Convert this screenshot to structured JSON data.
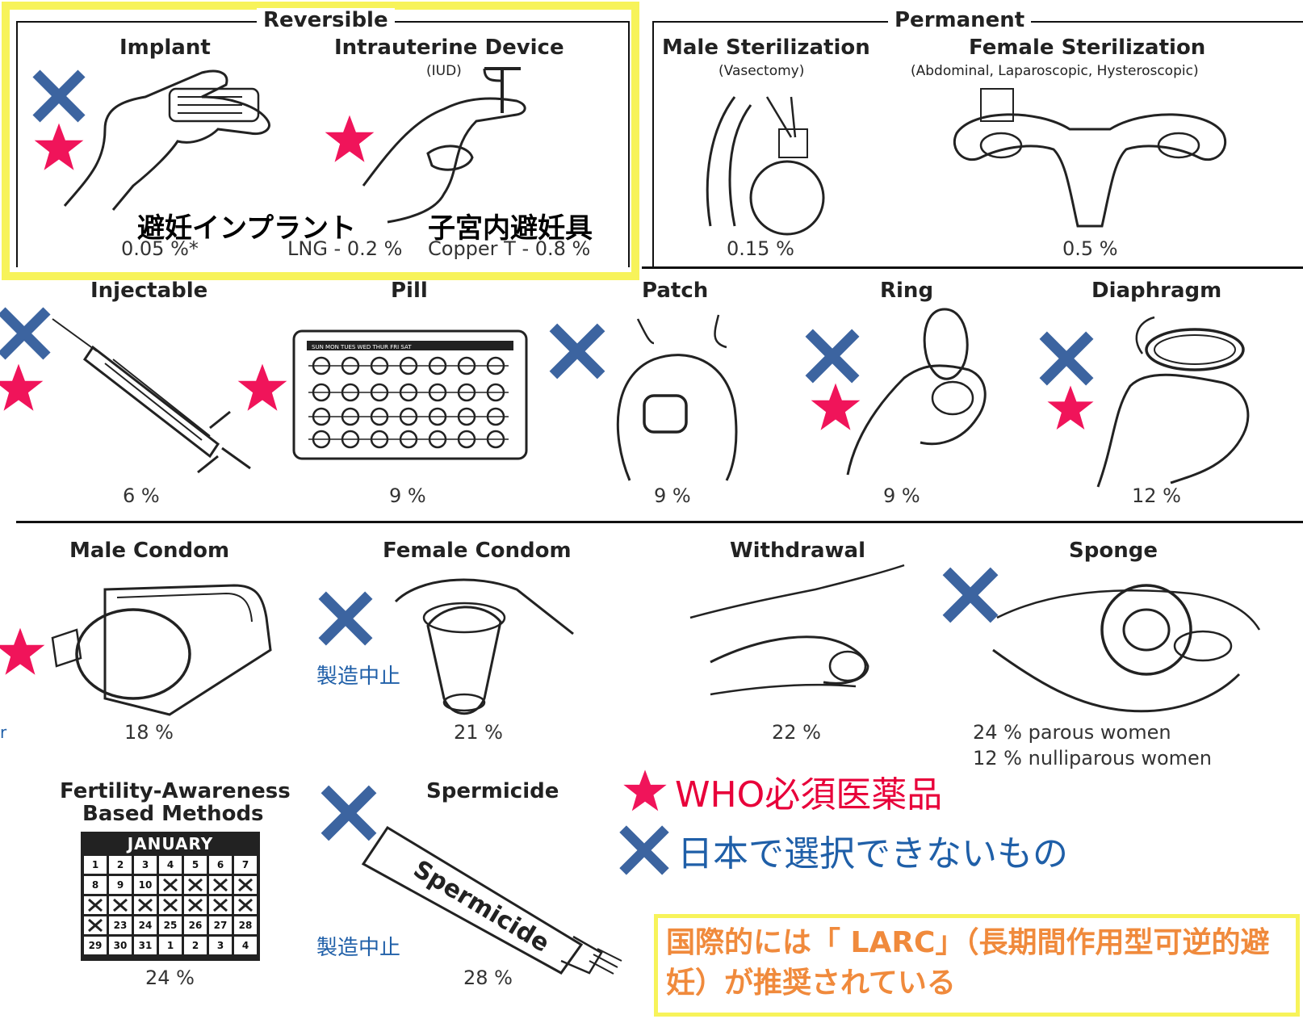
{
  "groups": {
    "reversible": "Reversible",
    "permanent": "Permanent"
  },
  "methods": {
    "implant": {
      "title": "Implant",
      "jp": "避妊インプラント",
      "rate": "0.05 %*"
    },
    "iud": {
      "title": "Intrauterine Device",
      "sub": "(IUD)",
      "jp": "子宮内避妊具",
      "rate_lng": "LNG - 0.2 %",
      "rate_copper": "Copper T - 0.8 %"
    },
    "male_sterilization": {
      "title": "Male Sterilization",
      "sub": "(Vasectomy)",
      "rate": "0.15 %"
    },
    "female_sterilization": {
      "title": "Female Sterilization",
      "sub": "(Abdominal, Laparoscopic, Hysteroscopic)",
      "rate": "0.5 %"
    },
    "injectable": {
      "title": "Injectable",
      "rate": "6 %"
    },
    "pill": {
      "title": "Pill",
      "rate": "9 %",
      "days": [
        "SUN",
        "MON",
        "TUES",
        "WED",
        "THUR",
        "FRI",
        "SAT"
      ]
    },
    "patch": {
      "title": "Patch",
      "rate": "9 %"
    },
    "ring": {
      "title": "Ring",
      "rate": "9 %"
    },
    "diaphragm": {
      "title": "Diaphragm",
      "rate": "12 %"
    },
    "male_condom": {
      "title": "Male Condom",
      "rate": "18 %"
    },
    "female_condom": {
      "title": "Female Condom",
      "rate": "21 %",
      "note": "製造中止"
    },
    "withdrawal": {
      "title": "Withdrawal",
      "rate": "22 %"
    },
    "sponge": {
      "title": "Sponge",
      "rate_parous": "24 % parous women",
      "rate_nulliparous": "12 % nulliparous women"
    },
    "fab": {
      "title_line1": "Fertility-Awareness",
      "title_line2": "Based Methods",
      "month": "JANUARY",
      "rate": "24 %",
      "days": [
        "1",
        "2",
        "3",
        "4",
        "5",
        "6",
        "7",
        "8",
        "9",
        "10",
        "",
        "",
        "",
        "",
        "",
        "",
        "",
        "",
        "",
        "",
        "",
        "",
        "23",
        "24",
        "25",
        "26",
        "27",
        "28",
        "29",
        "30",
        "31",
        "1",
        "2",
        "3",
        "4"
      ]
    },
    "spermicide": {
      "title": "Spermicide",
      "tube_text": "Spermicide",
      "rate": "28 %",
      "note": "製造中止"
    }
  },
  "legend": {
    "who": "WHO必須医薬品",
    "unavailable": "日本で選択できないもの"
  },
  "larc_note": "国際的には「 LARC」（長期間作用型可逆的避妊）が推奨されている",
  "edge_fragment": "r",
  "colors": {
    "star": "#f0145a",
    "cross": "#3c64a0",
    "highlight": "#f7f35a",
    "larc_text": "#f08a3c"
  }
}
